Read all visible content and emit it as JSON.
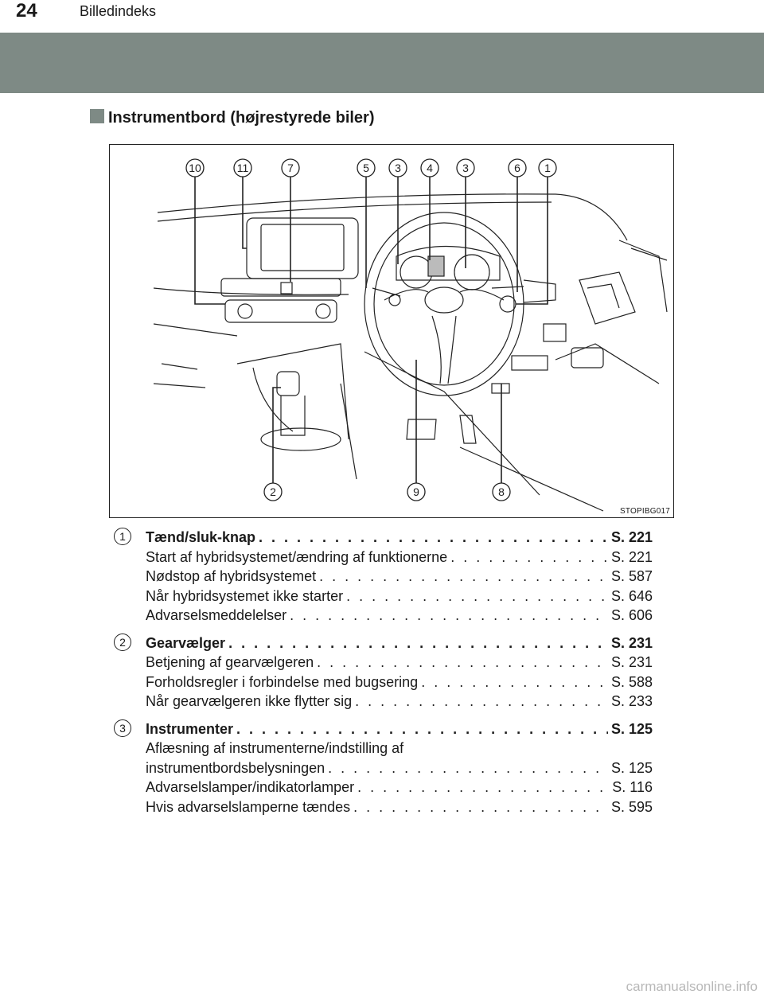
{
  "header": {
    "page_number": "24",
    "running_head": "Billedindeks"
  },
  "section": {
    "title": "Instrumentbord (højrestyrede biler)"
  },
  "figure": {
    "code": "STOPIBG017",
    "callouts": [
      "10",
      "11",
      "7",
      "5",
      "3",
      "4",
      "3",
      "6",
      "1",
      "2",
      "9",
      "8"
    ]
  },
  "entries": [
    {
      "number": "1",
      "heading": {
        "label": "Tænd/sluk-knap",
        "ref": "S. 221"
      },
      "lines": [
        {
          "label": "Start af hybridsystemet/ændring af funktionerne",
          "ref": "S. 221"
        },
        {
          "label": "Nødstop af hybridsystemet",
          "ref": "S. 587"
        },
        {
          "label": "Når hybridsystemet ikke starter",
          "ref": "S. 646"
        },
        {
          "label": "Advarselsmeddelelser",
          "ref": "S. 606"
        }
      ]
    },
    {
      "number": "2",
      "heading": {
        "label": "Gearvælger",
        "ref": "S. 231"
      },
      "lines": [
        {
          "label": "Betjening af gearvælgeren",
          "ref": "S. 231"
        },
        {
          "label": "Forholdsregler i forbindelse med bugsering",
          "ref": "S. 588"
        },
        {
          "label": "Når gearvælgeren ikke flytter sig",
          "ref": "S. 233"
        }
      ]
    },
    {
      "number": "3",
      "heading": {
        "label": "Instrumenter",
        "ref": "S. 125"
      },
      "lines_plain": [
        "Aflæsning af instrumenterne/indstilling af"
      ],
      "lines": [
        {
          "label": "instrumentbordsbelysningen",
          "ref": "S. 125"
        },
        {
          "label": "Advarselslamper/indikatorlamper",
          "ref": "S. 116"
        },
        {
          "label": "Hvis advarselslamperne tændes",
          "ref": "S. 595"
        }
      ]
    }
  ],
  "watermark": "carmanualsonline.info"
}
